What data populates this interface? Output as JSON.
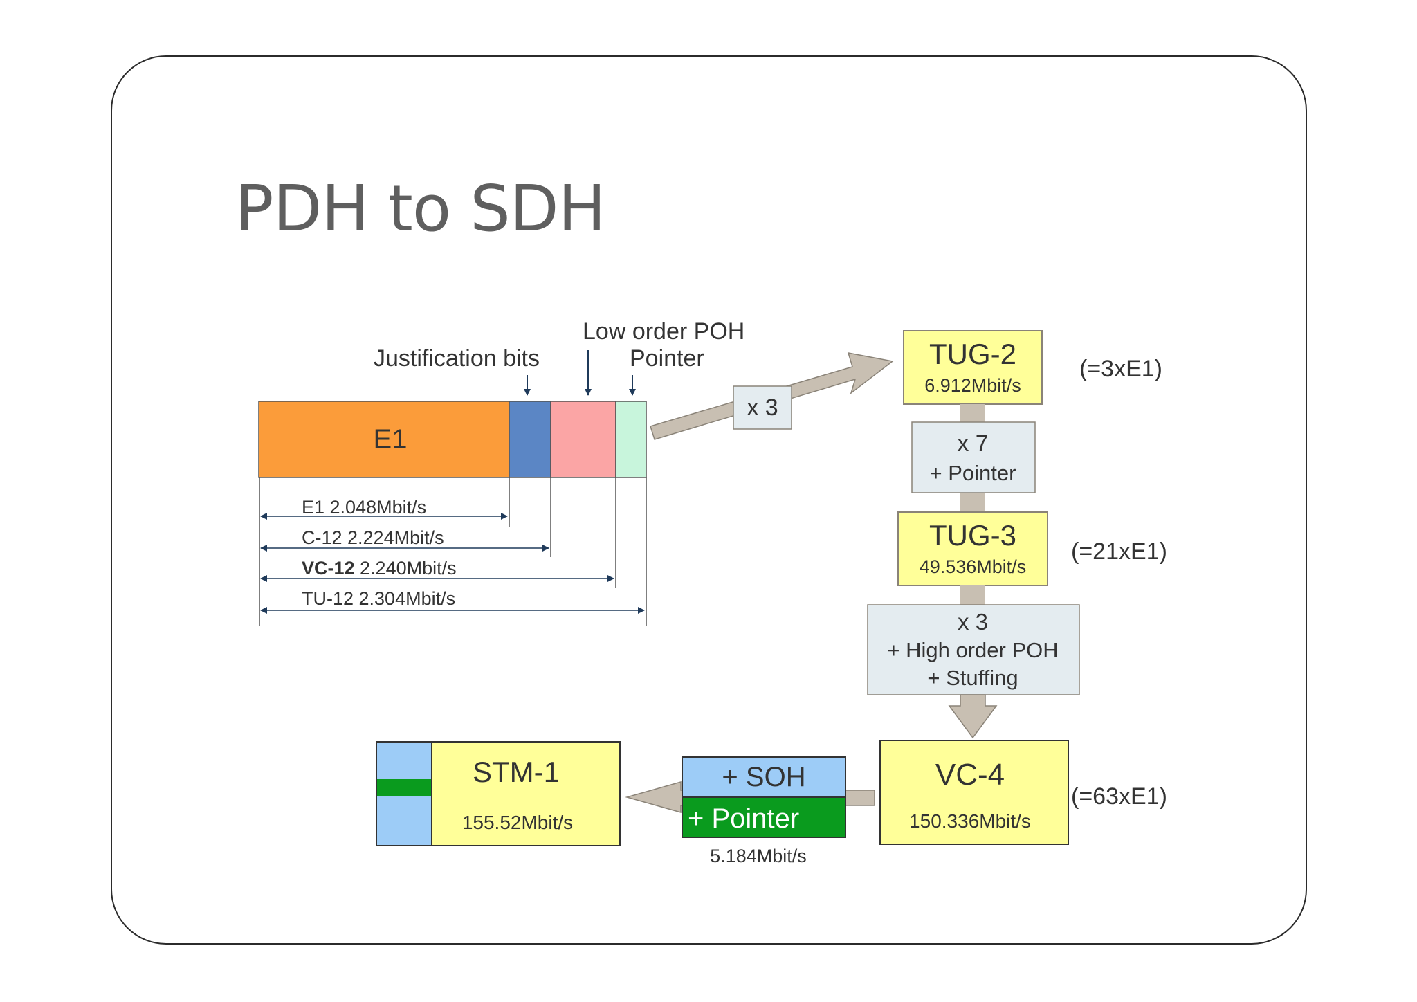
{
  "title": "PDH to SDH",
  "labels": {
    "justification": "Justification bits",
    "low_order_poh": "Low order POH",
    "pointer": "Pointer"
  },
  "e1_block": {
    "label": "E1"
  },
  "rates": {
    "e1": "E1 2.048Mbit/s",
    "c12": "C-12 2.224Mbit/s",
    "vc12_name": "VC-12",
    "vc12_rate": " 2.240Mbit/s",
    "tu12": "TU-12 2.304Mbit/s"
  },
  "x3_first": "x 3",
  "tug2": {
    "name": "TUG-2",
    "rate": "6.912Mbit/s",
    "note": "(=3xE1)"
  },
  "x7": {
    "line1": "x 7",
    "line2": "+ Pointer"
  },
  "tug3": {
    "name": "TUG-3",
    "rate": "49.536Mbit/s",
    "note": "(=21xE1)"
  },
  "x3_second": {
    "line1": "x 3",
    "line2": "+ High order POH",
    "line3": "+ Stuffing"
  },
  "vc4": {
    "name": "VC-4",
    "rate": "150.336Mbit/s",
    "note": "(=63xE1)"
  },
  "soh": {
    "label": "+ SOH",
    "pointer": "+ Pointer",
    "rate": "5.184Mbit/s"
  },
  "stm1": {
    "name": "STM-1",
    "rate": "155.52Mbit/s"
  },
  "colors": {
    "e1_orange": "#fb9c3a",
    "justification_blue": "#5b86c5",
    "poh_pink": "#fba5a5",
    "pointer_mint": "#c8f5dc",
    "yellow_box": "#ffff99",
    "gray_box": "#e4ecf0",
    "arrow_gray": "#c8bfb2",
    "soh_blue": "#9dccf7",
    "pointer_green": "#0a9b1e"
  }
}
